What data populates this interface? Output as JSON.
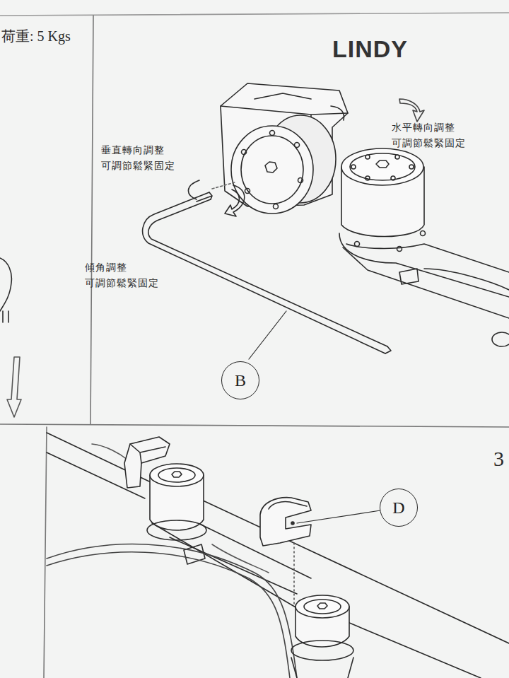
{
  "diagram": {
    "nodes": [
      {
        "text": [
          "B"
        ]
      },
      {
        "text": [
          "D"
        ]
      }
    ],
    "labels": [
      "荷重: 5 Kgs",
      "LINDY",
      "垂直轉向調整 可調節鬆緊固定",
      "水平轉向調整 可調節鬆緊固定",
      "傾角調整 可調節鬆緊固定",
      "3"
    ]
  }
}
